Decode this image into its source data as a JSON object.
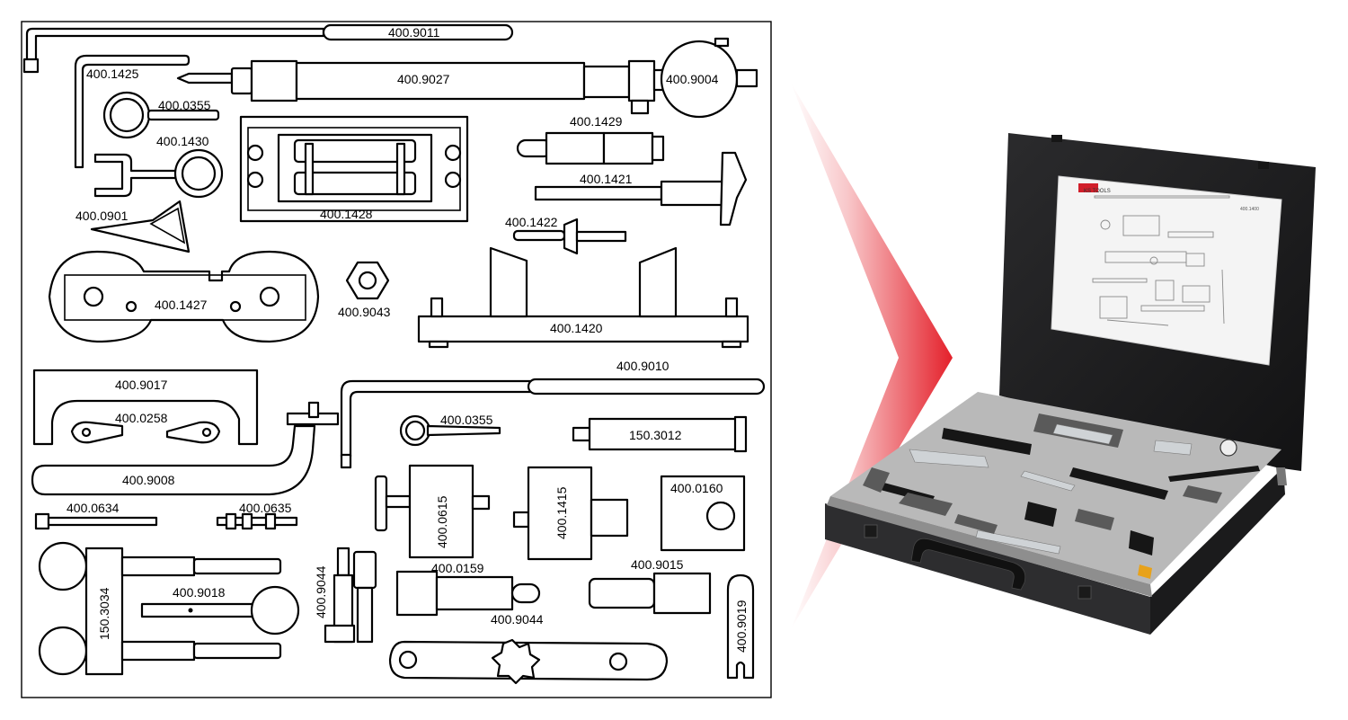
{
  "labels": {
    "l_900_11": "400.9011",
    "l_1425": "400.1425",
    "l_9027": "400.9027",
    "l_9004": "400.9004",
    "l_0355a": "400.0355",
    "l_1430": "400.1430",
    "l_1429": "400.1429",
    "l_1421": "400.1421",
    "l_1428": "400.1428",
    "l_0901": "400.0901",
    "l_1422": "400.1422",
    "l_1427": "400.1427",
    "l_9043": "400.9043",
    "l_1420": "400.1420",
    "l_9010": "400.9010",
    "l_9017": "400.9017",
    "l_0258": "400.0258",
    "l_0355b": "400.0355",
    "l_3012": "150.3012",
    "l_9008": "400.9008",
    "l_0615": "400.0615",
    "l_1415": "400.1415",
    "l_0160": "400.0160",
    "l_0634": "400.0634",
    "l_0635": "400.0635",
    "l_0159": "400.0159",
    "l_9015": "400.9015",
    "l_9044a": "400.9044",
    "l_3034": "150.3034",
    "l_9018": "400.9018",
    "l_9044b": "400.9044",
    "l_9019": "400.9019"
  },
  "case": {
    "brand": "KS TOOLS",
    "part_number": "400.1400"
  },
  "colors": {
    "arrow_red": "#e4202a",
    "case_black": "#2d2d2f",
    "foam_grey": "#b9b9b9"
  }
}
